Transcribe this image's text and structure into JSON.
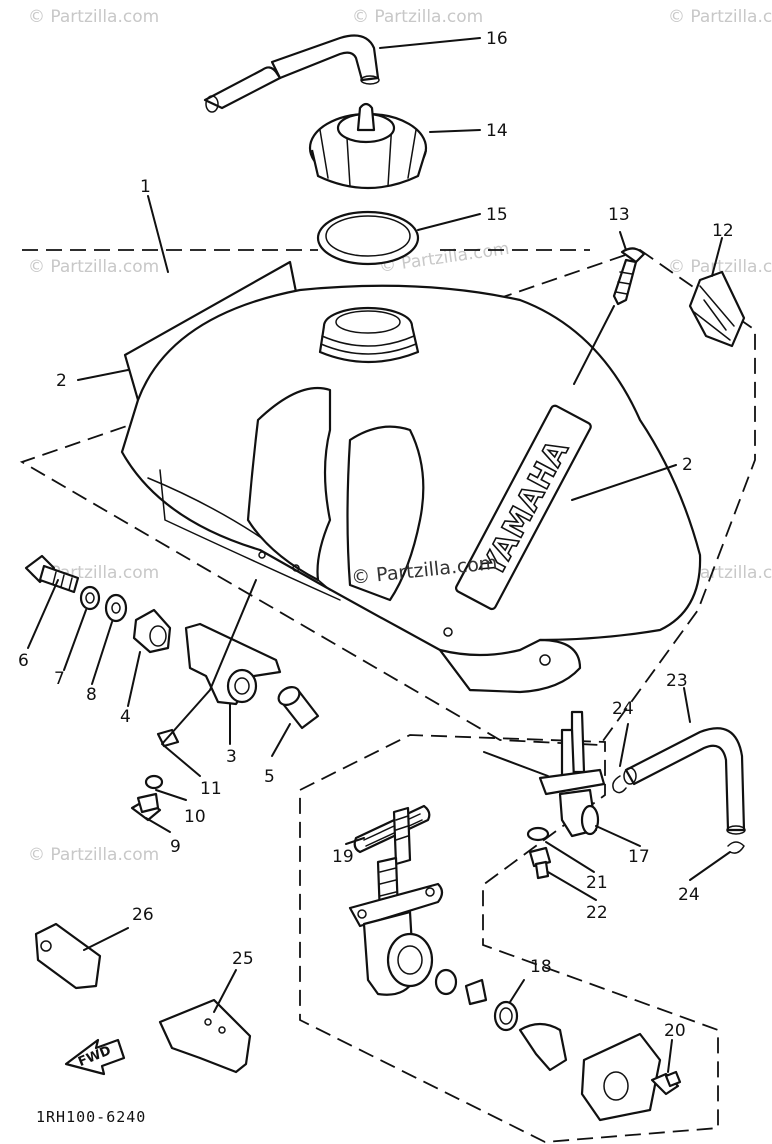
{
  "watermarks": [
    "© Partzilla.com",
    "© Partzilla.com",
    "© Partzilla.com",
    "© Partzilla.com",
    "© Partzilla.com",
    "© Partzilla.com",
    "© Partzilla.com",
    "© Partzilla.com",
    "© Partzilla.com"
  ],
  "center_watermark": "© Partzilla.com",
  "tank_brand": "YAMAHA",
  "fwd_label": "FWD",
  "diagram_code": "1RH100-6240",
  "callouts": {
    "c1": "1",
    "c2a": "2",
    "c2b": "2",
    "c3": "3",
    "c4": "4",
    "c5": "5",
    "c6": "6",
    "c7": "7",
    "c8": "8",
    "c9": "9",
    "c10": "10",
    "c11": "11",
    "c12": "12",
    "c13": "13",
    "c14": "14",
    "c15": "15",
    "c16": "16",
    "c17": "17",
    "c18": "18",
    "c19": "19",
    "c20": "20",
    "c21": "21",
    "c22": "22",
    "c23": "23",
    "c24a": "24",
    "c24b": "24",
    "c25": "25",
    "c26": "26"
  }
}
